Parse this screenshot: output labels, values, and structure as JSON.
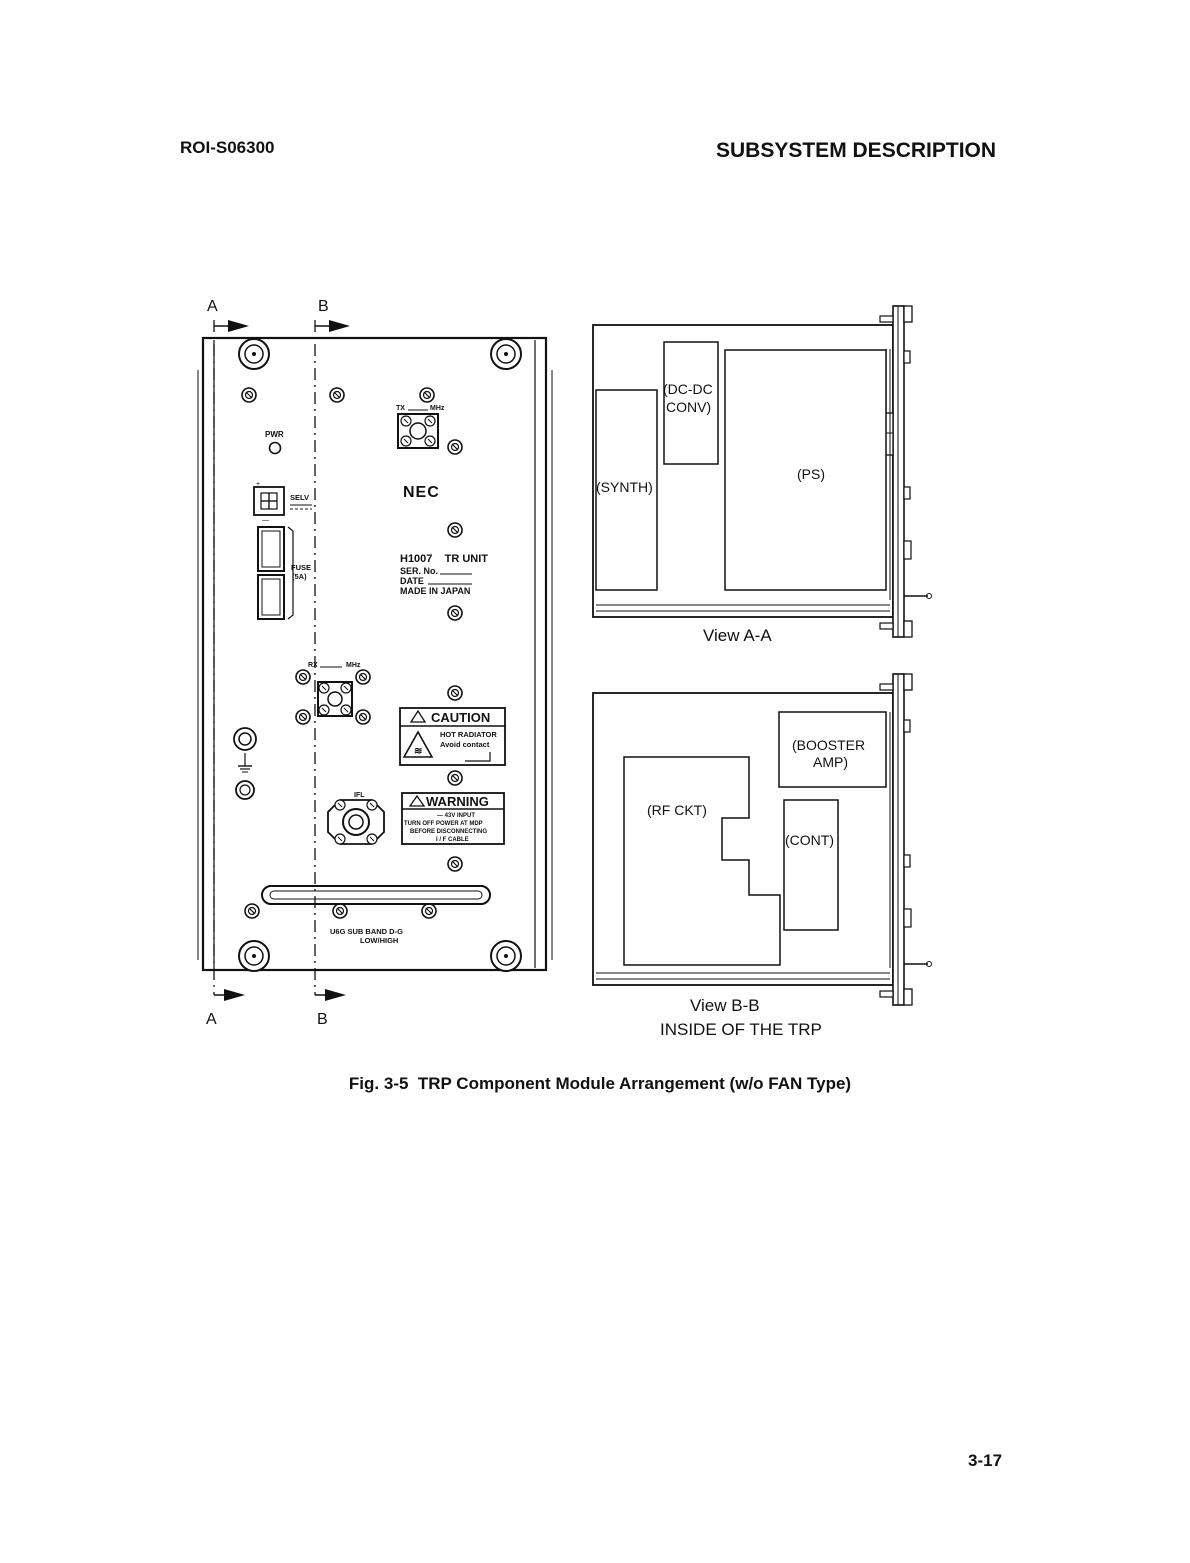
{
  "header": {
    "doc_id": "ROI-S06300",
    "section_title": "SUBSYSTEM DESCRIPTION"
  },
  "figure": {
    "caption": "Fig. 3-5  TRP Component Module Arrangement (w/o FAN Type)",
    "section_marks": {
      "a_top": "A",
      "b_top": "B",
      "a_bottom": "A",
      "b_bottom": "B"
    },
    "front_panel": {
      "pwr_label": "PWR",
      "selv_label": "SELV",
      "fuse_label": "FUSE",
      "fuse_rating": "(5A)",
      "tx_label": "TX",
      "tx_unit": "MHz",
      "rx_label": "RX",
      "rx_unit": "MHz",
      "brand": "NEC",
      "model": "H1007    TR UNIT",
      "serial_label": "SER. No.",
      "date_label": "DATE",
      "origin": "MADE IN JAPAN",
      "caution_title": "CAUTION",
      "caution_line1": "HOT RADIATOR",
      "caution_line2": "Avoid contact",
      "warning_title": "WARNING",
      "warning_line1": "— 43V INPUT",
      "warning_line2": "TURN OFF POWER AT MDP",
      "warning_line3": "BEFORE DISCONNECTING",
      "warning_line4": "I / F CABLE",
      "ifl_label": "IFL",
      "band_line1": "U6G SUB BAND D-G",
      "band_line2": "LOW/HIGH"
    },
    "view_aa": {
      "title": "View A-A",
      "modules": [
        "(DC-DC",
        "CONV)",
        "(SYNTH)",
        "(PS)"
      ]
    },
    "view_bb": {
      "title": "View B-B",
      "subtitle": "INSIDE OF THE TRP",
      "modules": [
        "(BOOSTER",
        "AMP)",
        "(RF CKT)",
        "(CONT)"
      ]
    }
  },
  "page_number": "3-17"
}
